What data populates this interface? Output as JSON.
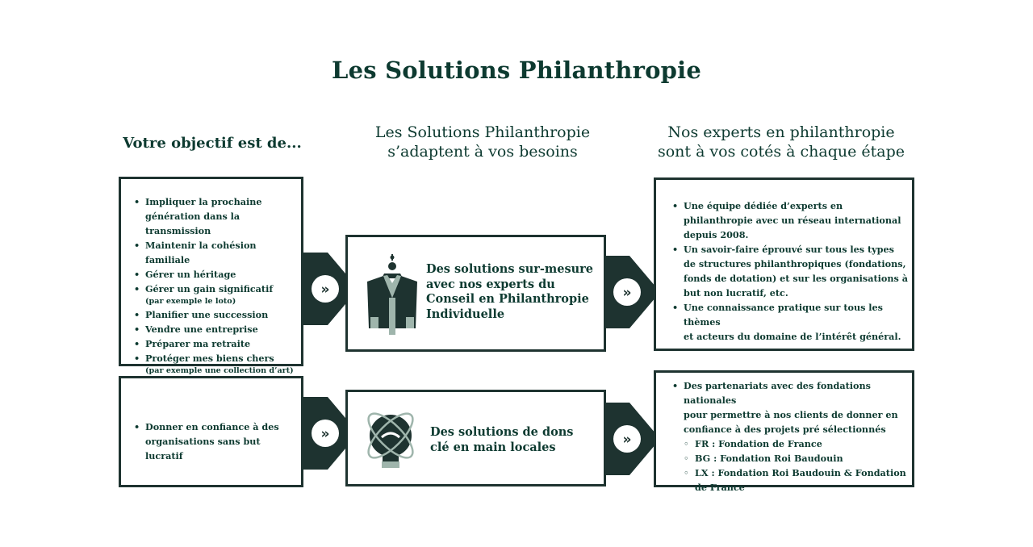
{
  "title": "Les Solutions Philanthropie",
  "columns": {
    "left_heading": "Votre objectif est de...",
    "middle_heading_line1": "Les Solutions Philanthropie",
    "middle_heading_line2": "s’adaptent à vos besoins",
    "right_heading_line1": "Nos experts en philanthropie",
    "right_heading_line2": "sont à vos cotés à chaque étape"
  },
  "row1": {
    "objectives": [
      {
        "l1": "Impliquer la prochaine",
        "l2": "génération dans la transmission"
      },
      {
        "text": "Maintenir la cohésion familiale"
      },
      {
        "text": "Gérer un héritage"
      },
      {
        "text": "Gérer un gain significatif",
        "note": "(par exemple le loto)"
      },
      {
        "text": "Planifier une succession"
      },
      {
        "text": "Vendre une entreprise"
      },
      {
        "text": "Préparer ma retraite"
      },
      {
        "text": "Protéger mes biens chers",
        "note": "(par exemple une collection d’art)"
      }
    ],
    "solution": {
      "icon": "advisor-jacket-icon",
      "l1": "Des solutions sur-mesure",
      "l2": "avec nos experts du",
      "l3": "Conseil en Philanthropie",
      "l4": "Individuelle"
    },
    "experts": [
      {
        "l1": "Une équipe dédiée d’experts en",
        "l2": "philanthropie avec un réseau international",
        "l3": "depuis 2008."
      },
      {
        "l1": "Un savoir-faire éprouvé sur tous les types",
        "l2": "de structures philanthropiques (fondations,",
        "l3": "fonds de dotation) et sur les organisations à",
        "l4": "but non lucratif, etc."
      },
      {
        "l1": "Une connaissance pratique sur tous les thèmes",
        "l2": "et acteurs du domaine de l’intérêt général."
      }
    ]
  },
  "row2": {
    "objective": {
      "l1": "Donner en confiance à des",
      "l2": "organisations sans but lucratif"
    },
    "solution": {
      "icon": "lightbulb-atom-icon",
      "l1": "Des solutions de dons",
      "l2": "clé en main locales"
    },
    "partners": {
      "l1": "Des partenariats avec des fondations nationales",
      "l2": "pour permettre à nos clients de donner en",
      "l3": "confiance à des projets pré sélectionnés",
      "sub": [
        {
          "l1": "FR : Fondation de France"
        },
        {
          "l1": "BG : Fondation Roi Baudouin"
        },
        {
          "l1": "LX : Fondation Roi Baudouin & Fondation",
          "l2": "de France"
        }
      ]
    }
  },
  "colors": {
    "primary": "#0d3a30",
    "border": "#1e3330",
    "arrow": "#1e3330",
    "accent_gray": "#9fb5ac"
  }
}
